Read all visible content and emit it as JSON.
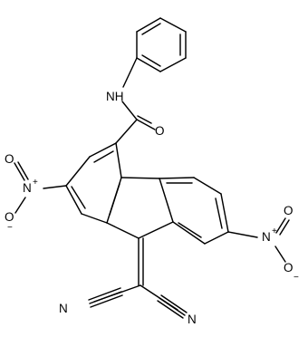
{
  "molecule": {
    "atom_labels": {
      "amide_nh": "NH",
      "amide_o": "O",
      "nitro_left_o_top": "O",
      "nitro_left_n": "N",
      "nitro_left_o_bottom": "O",
      "nitro_right_n": "N",
      "nitro_right_o_top": "O",
      "nitro_right_o_bottom": "O",
      "nitrile_left_n": "N",
      "nitrile_right_n": "N"
    },
    "charges": {
      "nitro_left_n_plus": "+",
      "nitro_left_o_minus": "−",
      "nitro_right_n_plus": "+",
      "nitro_right_o_minus": "−"
    }
  }
}
